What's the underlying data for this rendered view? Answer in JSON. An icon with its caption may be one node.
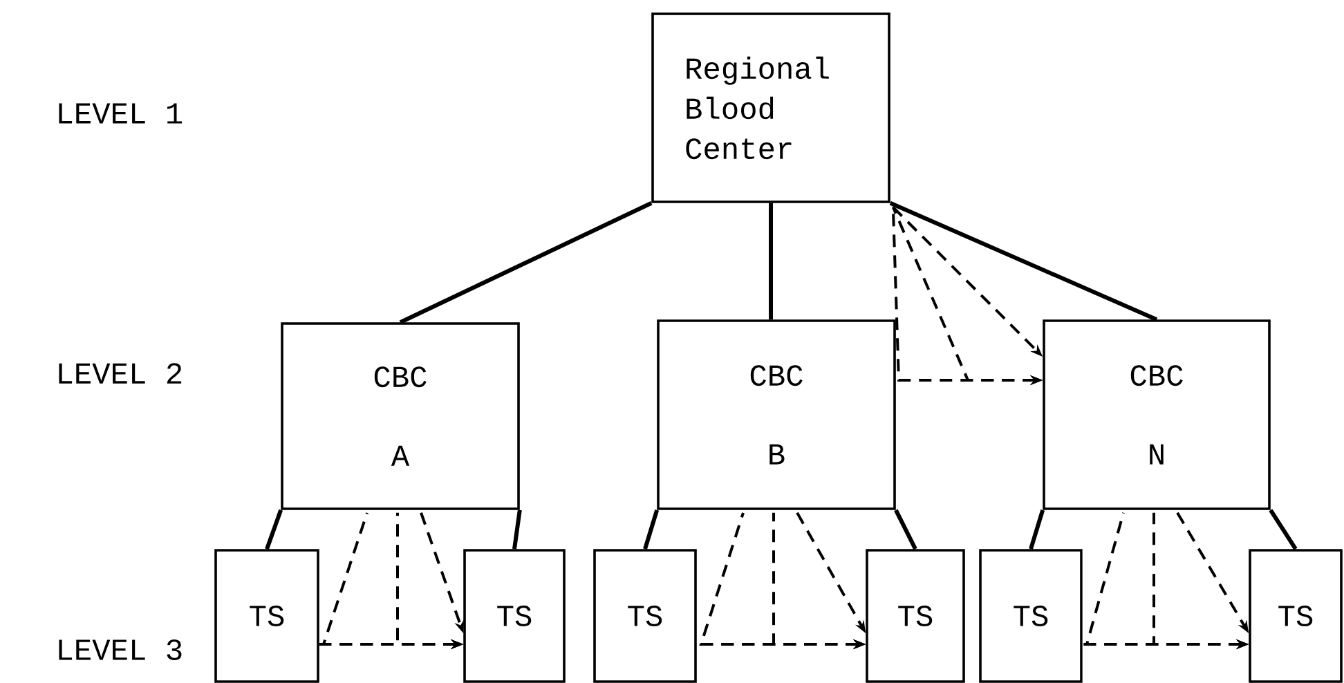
{
  "diagram": {
    "nodes": [
      {
        "text": [
          "Regional Blood Center"
        ]
      },
      {
        "text": [
          "CBC",
          "A"
        ]
      },
      {
        "text": [
          "CBC",
          "B"
        ]
      },
      {
        "text": [
          "CBC",
          "N"
        ]
      },
      {
        "text": [
          "TS"
        ]
      },
      {
        "text": [
          "TS"
        ]
      },
      {
        "text": [
          "TS"
        ]
      },
      {
        "text": [
          "TS"
        ]
      },
      {
        "text": [
          "TS"
        ]
      },
      {
        "text": [
          "TS"
        ]
      }
    ],
    "edges": [
      {
        "from": 0,
        "to": 1,
        "arrow": "none"
      },
      {
        "from": 0,
        "to": 2,
        "arrow": "none"
      },
      {
        "from": 0,
        "to": 3,
        "arrow": "none"
      },
      {
        "from": 0,
        "to": 3,
        "arrow": "to",
        "style": "dashed"
      },
      {
        "from": 0,
        "to": 3,
        "arrow": "to",
        "style": "dashed"
      },
      {
        "from": 0,
        "to": 3,
        "arrow": "to",
        "style": "dashed"
      },
      {
        "from": 1,
        "to": 4,
        "arrow": "none"
      },
      {
        "from": 1,
        "to": 5,
        "arrow": "none"
      },
      {
        "from": 4,
        "to": 5,
        "arrow": "to",
        "style": "dashed"
      },
      {
        "from": 1,
        "to": 5,
        "arrow": "to",
        "style": "dashed"
      },
      {
        "from": 1,
        "to": 5,
        "arrow": "to",
        "style": "dashed"
      },
      {
        "from": 1,
        "to": 5,
        "arrow": "to",
        "style": "dashed"
      },
      {
        "from": 2,
        "to": 6,
        "arrow": "none"
      },
      {
        "from": 2,
        "to": 7,
        "arrow": "none"
      },
      {
        "from": 6,
        "to": 7,
        "arrow": "to",
        "style": "dashed"
      },
      {
        "from": 2,
        "to": 7,
        "arrow": "to",
        "style": "dashed"
      },
      {
        "from": 2,
        "to": 7,
        "arrow": "to",
        "style": "dashed"
      },
      {
        "from": 2,
        "to": 7,
        "arrow": "to",
        "style": "dashed"
      },
      {
        "from": 3,
        "to": 8,
        "arrow": "none"
      },
      {
        "from": 3,
        "to": 9,
        "arrow": "none"
      },
      {
        "from": 8,
        "to": 9,
        "arrow": "to",
        "style": "dashed"
      },
      {
        "from": 3,
        "to": 9,
        "arrow": "to",
        "style": "dashed"
      },
      {
        "from": 3,
        "to": 9,
        "arrow": "to",
        "style": "dashed"
      },
      {
        "from": 3,
        "to": 9,
        "arrow": "to",
        "style": "dashed"
      }
    ],
    "labels": [
      "LEVEL 1",
      "LEVEL 2",
      "LEVEL 3"
    ]
  }
}
